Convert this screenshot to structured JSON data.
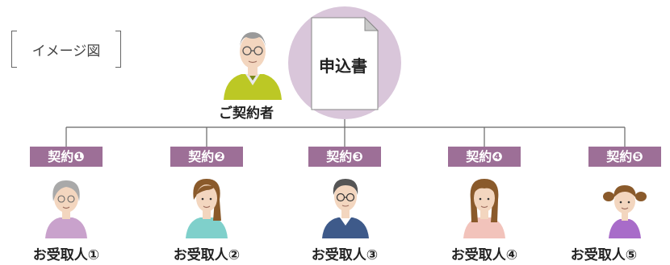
{
  "image_label": "イメージ図",
  "application_form": {
    "title": "申込書"
  },
  "contractor": {
    "label": "ご契約者"
  },
  "contracts": [
    {
      "badge": "契約❶",
      "recipient": "お受取人①",
      "icon": "elderly-woman-icon"
    },
    {
      "badge": "契約❷",
      "recipient": "お受取人②",
      "icon": "woman-icon"
    },
    {
      "badge": "契約❸",
      "recipient": "お受取人③",
      "icon": "man-with-glasses-icon"
    },
    {
      "badge": "契約❹",
      "recipient": "お受取人④",
      "icon": "young-woman-icon"
    },
    {
      "badge": "契約❺",
      "recipient": "お受取人⑤",
      "icon": "girl-icon"
    }
  ],
  "colors": {
    "badge": "#9d6f97",
    "circle": "#d9c6da",
    "line": "#666666"
  }
}
